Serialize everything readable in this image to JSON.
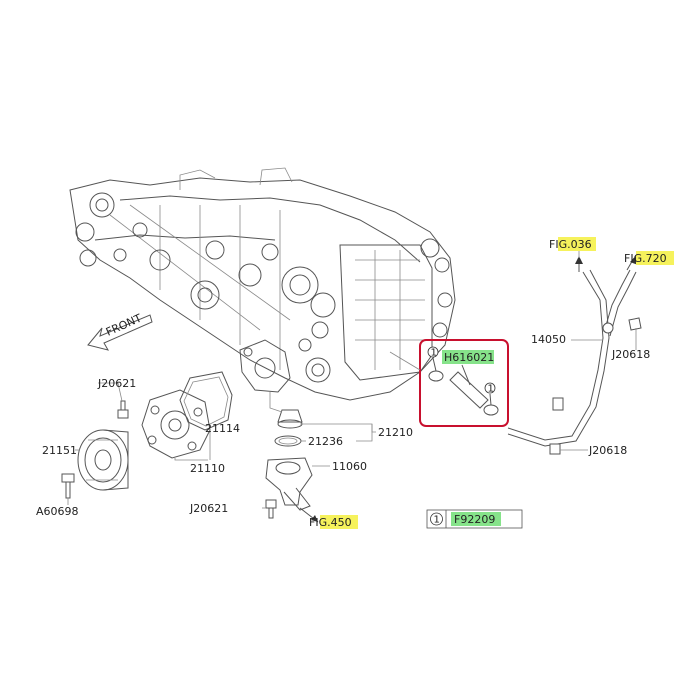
{
  "colors": {
    "highlight_yellow": "#f6f25c",
    "highlight_green": "#86e38a",
    "callout_red": "#c8102e",
    "line": "#555555"
  },
  "labels": {
    "front": "FRONT",
    "fig036": "FIG.036",
    "fig720": "FIG.720",
    "fig450": "FIG.450",
    "p14050": "14050",
    "j20618_top": "J20618",
    "j20618_bottom": "J20618",
    "h616021": "H616021",
    "j20621_left": "J20621",
    "j20621_bottom": "J20621",
    "p21114": "21114",
    "p21151": "21151",
    "p21110": "21110",
    "a60698": "A60698",
    "p21236": "21236",
    "p21210": "21210",
    "p11060": "11060",
    "f92209": "F92209",
    "ref_1": "1"
  }
}
